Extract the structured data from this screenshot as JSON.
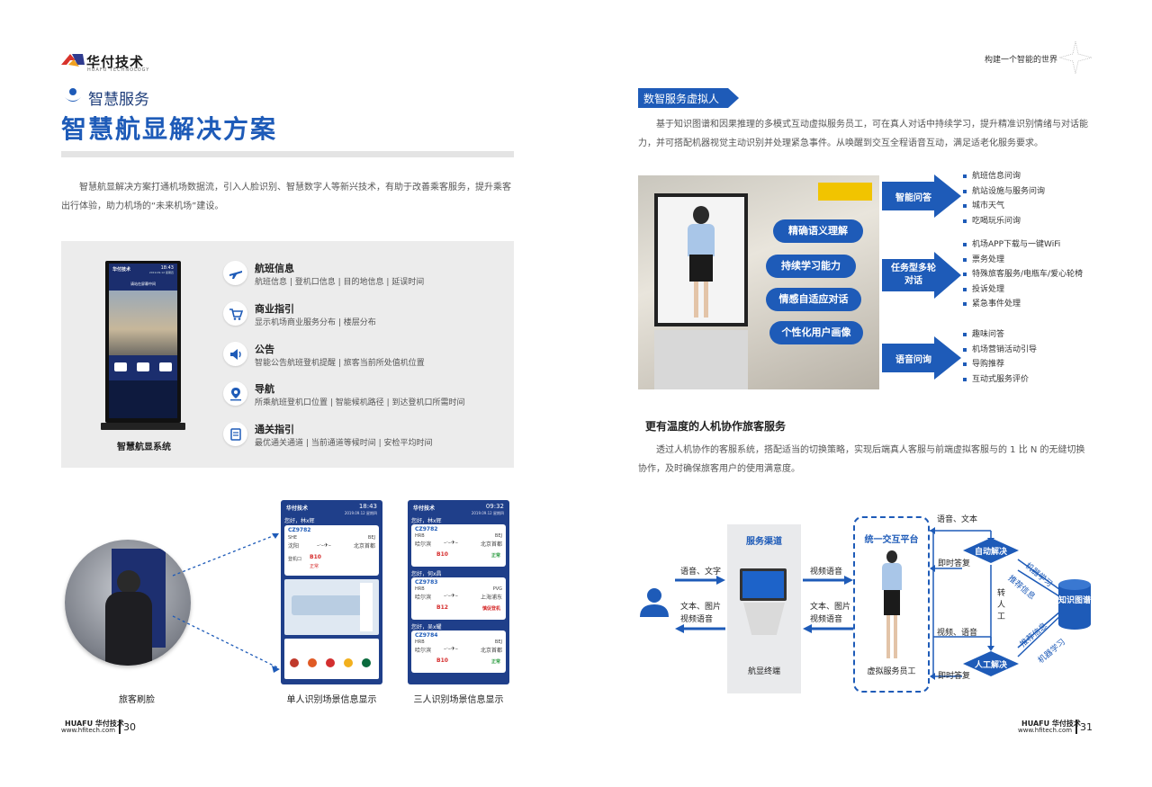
{
  "left": {
    "logo": {
      "cn": "华付技术",
      "en": "HUAFU TECHNOLOGY"
    },
    "section_title": "智慧服务",
    "main_title": "智慧航显解决方案",
    "intro": "智慧航显解决方案打通机场数据流，引入人脸识别、智慧数字人等新兴技术，有助于改善乘客服务，提升乘客出行体验，助力机场的“未来机场”建设。",
    "kiosk": {
      "brand": "华付技术",
      "time": "18:43",
      "date": "2019.09.12 星期四",
      "welcome": "请站在屏幕中间",
      "caption": "智慧航显系统"
    },
    "features": [
      {
        "icon": "plane-icon",
        "title": "航班信息",
        "desc": "航班信息 | 登机口信息 | 目的地信息 | 延误时间"
      },
      {
        "icon": "cart-icon",
        "title": "商业指引",
        "desc": "显示机场商业服务分布 | 楼层分布"
      },
      {
        "icon": "speaker-icon",
        "title": "公告",
        "desc": "智能公告航班登机提醒 | 旅客当前所处值机位置"
      },
      {
        "icon": "map-pin-icon",
        "title": "导航",
        "desc": "所乘航班登机口位置 | 智能候机路径 | 到达登机口所需时间"
      },
      {
        "icon": "passport-icon",
        "title": "通关指引",
        "desc": "最优通关通道 | 当前通道等候时间 | 安检平均时间"
      }
    ],
    "photo_caption": "旅客刷脸",
    "single_screen": {
      "brand": "华付技术",
      "time": "18:43",
      "date": "2019.09.12 星期四",
      "greeting": "您好，林x辉",
      "flight": "CZ9782",
      "from_code": "SHE",
      "from_city": "沈阳",
      "to_code": "BEJ",
      "to_city": "北京首都",
      "gate_label": "登机口",
      "gate": "B10",
      "status": "正常",
      "caption": "单人识别场景信息显示"
    },
    "multi_screen": {
      "brand": "华付技术",
      "time": "09:32",
      "date": "2019.09.12 星期四",
      "caption": "三人识别场景信息显示",
      "entries": [
        {
          "greeting": "您好，林x辉",
          "flight": "CZ9782",
          "from_code": "HRB",
          "from_city": "哈尔滨",
          "to_code": "BEJ",
          "to_city": "北京首都",
          "gate": "B10",
          "status": "正常"
        },
        {
          "greeting": "您好，何x昌",
          "flight": "CZ9783",
          "from_code": "HRB",
          "from_city": "哈尔滨",
          "to_code": "PVG",
          "to_city": "上海浦东",
          "gate": "B12",
          "status": "慎促登机"
        },
        {
          "greeting": "您好，吴x耀",
          "flight": "CZ9784",
          "from_code": "HRB",
          "from_city": "哈尔滨",
          "to_code": "BEJ",
          "to_city": "北京首都",
          "gate": "B10",
          "status": "正常"
        }
      ]
    },
    "footer": {
      "brand": "HUAFU 华付技术",
      "url": "www.hfitech.com",
      "page": "30"
    }
  },
  "right": {
    "header_tagline": "构建一个智能的世界",
    "section_tag": "数智服务虚拟人",
    "intro": "基于知识图谱和因果推理的多模式互动虚拟服务员工，可在真人对话中持续学习，提升精准识别情绪与对话能力，并可搭配机器视觉主动识别并处理紧急事件。从唤醒到交互全程语音互动，满足适老化服务要求。",
    "capabilities": [
      "精确语义理解",
      "持续学习能力",
      "情感自适应对话",
      "个性化用户画像"
    ],
    "groups": [
      {
        "label": "智能问答",
        "items": [
          "航班信息问询",
          "航站设施与服务问询",
          "城市天气",
          "吃喝玩乐问询"
        ]
      },
      {
        "label": "任务型多轮对话",
        "items": [
          "机场APP下载与一键WiFi",
          "票务处理",
          "特殊旅客服务/电瓶车/爱心轮椅",
          "投诉处理",
          "紧急事件处理"
        ]
      },
      {
        "label": "语音问询",
        "items": [
          "趣味问答",
          "机场营销活动引导",
          "导购推荐",
          "互动式服务评价"
        ]
      }
    ],
    "sub_heading": "更有温度的人机协作旅客服务",
    "sub_intro": "透过人机协作的客服系统，搭配适当的切换策略，实现后端真人客服与前端虚拟客服与的 1 比 N 的无缝切换协作，及时确保旅客用户的使用满意度。",
    "diagram": {
      "service_channel": "服务渠道",
      "terminal": "航显终端",
      "platform": "统一交互平台",
      "virtual_staff": "虚拟服务员工",
      "in_voice_text": "语音、文字",
      "out_text_image": "文本、图片",
      "out_video_voice": "视频语音",
      "mid_video_voice": "视频语音",
      "mid_text_image": "文本、图片",
      "mid_video_voice2": "视频语音",
      "voice_text": "语音、文本",
      "auto_decision": "自动解决",
      "instant_reply1": "即时答复",
      "transfer": "转人工",
      "video_voice": "视频、语音",
      "human_decision": "人工解决",
      "instant_reply2": "即时答复",
      "knowledge": "知识图谱",
      "ml1": "机器学习",
      "rec1": "推荐信息",
      "rec2": "推荐信息",
      "ml2": "机器学习"
    },
    "footer": {
      "brand": "HUAFU 华付技术",
      "url": "www.hfitech.com",
      "page": "31"
    }
  }
}
